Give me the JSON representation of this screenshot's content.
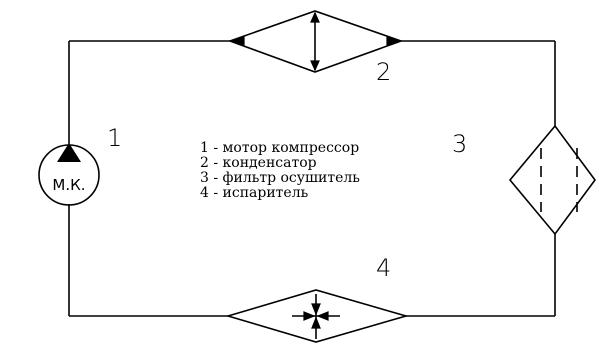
{
  "diagram": {
    "compressor_label": "М.К.",
    "numbers": [
      "1",
      "2",
      "3",
      "4"
    ],
    "legend": [
      "1 - мотор компрессор",
      "2 - конденсатор",
      "3 - фильтр осушитель",
      "4 - испаритель"
    ]
  }
}
